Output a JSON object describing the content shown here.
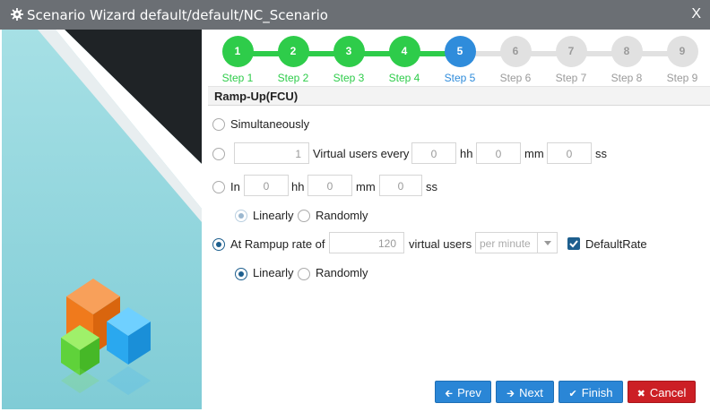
{
  "window": {
    "title": "Scenario Wizard default/default/NC_Scenario",
    "close_label": "X"
  },
  "colors": {
    "step_done": "#2ecc4a",
    "step_active": "#2f8cdb",
    "step_todo": "#e1e1e1",
    "button_blue": "#2a86d6",
    "button_red": "#cc1f25"
  },
  "steps": [
    {
      "num": "1",
      "label": "Step 1",
      "state": "done"
    },
    {
      "num": "2",
      "label": "Step 2",
      "state": "done"
    },
    {
      "num": "3",
      "label": "Step 3",
      "state": "done"
    },
    {
      "num": "4",
      "label": "Step 4",
      "state": "done"
    },
    {
      "num": "5",
      "label": "Step 5",
      "state": "active"
    },
    {
      "num": "6",
      "label": "Step 6",
      "state": "todo"
    },
    {
      "num": "7",
      "label": "Step 7",
      "state": "todo"
    },
    {
      "num": "8",
      "label": "Step 8",
      "state": "todo"
    },
    {
      "num": "9",
      "label": "Step 9",
      "state": "todo"
    }
  ],
  "section": {
    "title": "Ramp-Up(FCU)"
  },
  "options": {
    "simultaneously": {
      "label": "Simultaneously",
      "selected": false
    },
    "virtual_users_every": {
      "users": "1",
      "label": "Virtual users every",
      "hh": "0",
      "hh_label": "hh",
      "mm": "0",
      "mm_label": "mm",
      "ss": "0",
      "ss_label": "ss",
      "selected": false
    },
    "in": {
      "label": "In",
      "hh": "0",
      "hh_label": "hh",
      "mm": "0",
      "mm_label": "mm",
      "ss": "0",
      "ss_label": "ss",
      "selected": false
    },
    "in_mode": {
      "linearly": "Linearly",
      "randomly": "Randomly",
      "selected": "Linearly"
    },
    "rampup_rate": {
      "label": "At Rampup rate of",
      "rate": "120",
      "units_label": "virtual users",
      "per": "per minute",
      "default_rate_label": "DefaultRate",
      "default_rate_checked": true,
      "selected": true
    },
    "rate_mode": {
      "linearly": "Linearly",
      "randomly": "Randomly",
      "selected": "Linearly"
    }
  },
  "buttons": {
    "prev": "Prev",
    "next": "Next",
    "finish": "Finish",
    "cancel": "Cancel"
  },
  "icons": {
    "title": "gear-icon",
    "prev": "arrow-left-icon",
    "next": "arrow-right-icon",
    "finish": "check-icon",
    "cancel": "x-icon"
  }
}
